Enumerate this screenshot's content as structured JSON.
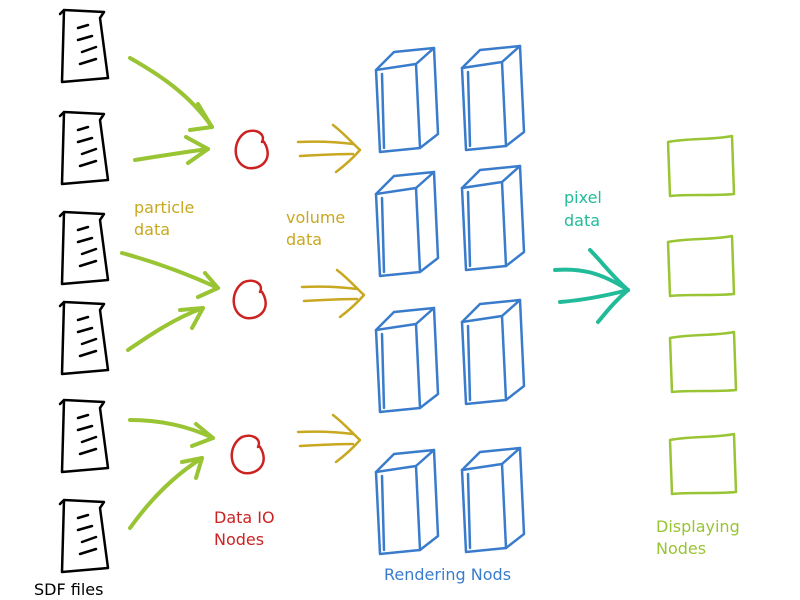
{
  "colors": {
    "file_ink": "#000000",
    "particle_arrow": "#99c433",
    "io_node": "#cc2222",
    "volume_arrow": "#c8a820",
    "render_node": "#3a7ccc",
    "pixel_arrow": "#22bb99",
    "display_node": "#99c433",
    "particle_label": "#c8a820",
    "volume_label": "#c8a820",
    "pixel_label": "#22bb99",
    "io_label": "#cc2222",
    "render_label": "#3a7ccc",
    "display_label": "#99c433",
    "files_label": "#000000"
  },
  "labels": {
    "particle_data": [
      "particle",
      "data"
    ],
    "volume_data": [
      "volume",
      "data"
    ],
    "pixel_data": [
      "pixel",
      "data"
    ],
    "data_io_nodes": [
      "Data IO",
      "Nodes"
    ],
    "rendering_nodes": "Rendering Nods",
    "displaying_nodes": [
      "Displaying",
      "Nodes"
    ],
    "sdf_files": "SDF files"
  },
  "icons": {
    "file": "document-icon",
    "io_node": "circle-node-icon",
    "render_node": "box-node-icon",
    "display_node": "screen-icon"
  }
}
